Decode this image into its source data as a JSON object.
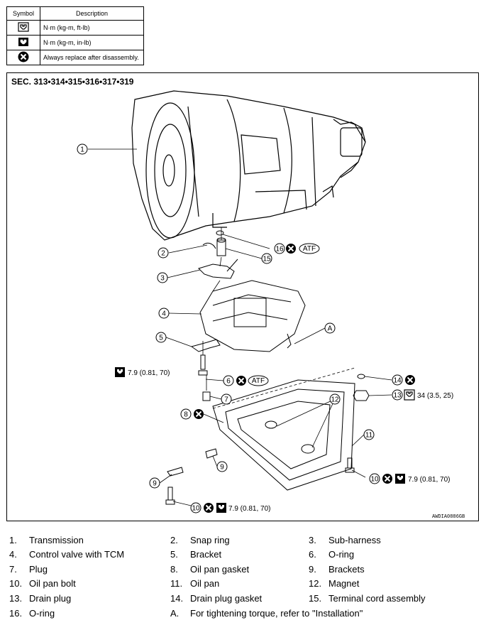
{
  "legend": {
    "header_symbol": "Symbol",
    "header_description": "Description",
    "rows": [
      {
        "icon": "torque-ftlb-icon",
        "text": "N·m (kg-m, ft-lb)"
      },
      {
        "icon": "torque-inlb-icon",
        "text": "N·m (kg-m, in-lb)"
      },
      {
        "icon": "replace-icon",
        "text": "Always replace after disassembly."
      }
    ]
  },
  "diagram": {
    "section": "SEC. 313•314•315•316•317•319",
    "code": "AWDIA0886GB",
    "atf": "ATF",
    "callouts": [
      "1",
      "2",
      "3",
      "4",
      "5",
      "6",
      "7",
      "8",
      "9",
      "9",
      "10",
      "10",
      "11",
      "12",
      "13",
      "14",
      "15",
      "16",
      "A"
    ],
    "torques": {
      "t_left": "7.9 (0.81, 70)",
      "t_drain": "34 (3.5, 25)",
      "t_right": "7.9 (0.81, 70)",
      "t_bottom": "7.9 (0.81, 70)"
    }
  },
  "parts": [
    {
      "num": "1.",
      "name": "Transmission"
    },
    {
      "num": "2.",
      "name": "Snap ring"
    },
    {
      "num": "3.",
      "name": "Sub-harness"
    },
    {
      "num": "4.",
      "name": "Control valve with TCM"
    },
    {
      "num": "5.",
      "name": "Bracket"
    },
    {
      "num": "6.",
      "name": "O-ring"
    },
    {
      "num": "7.",
      "name": "Plug"
    },
    {
      "num": "8.",
      "name": "Oil pan gasket"
    },
    {
      "num": "9.",
      "name": "Brackets"
    },
    {
      "num": "10.",
      "name": "Oil pan bolt"
    },
    {
      "num": "11.",
      "name": "Oil pan"
    },
    {
      "num": "12.",
      "name": "Magnet"
    },
    {
      "num": "13.",
      "name": "Drain plug"
    },
    {
      "num": "14.",
      "name": "Drain plug gasket"
    },
    {
      "num": "15.",
      "name": "Terminal cord assembly"
    },
    {
      "num": "16.",
      "name": "O-ring"
    },
    {
      "num": "A.",
      "name": "For tightening torque, refer to \"Installation\""
    }
  ]
}
